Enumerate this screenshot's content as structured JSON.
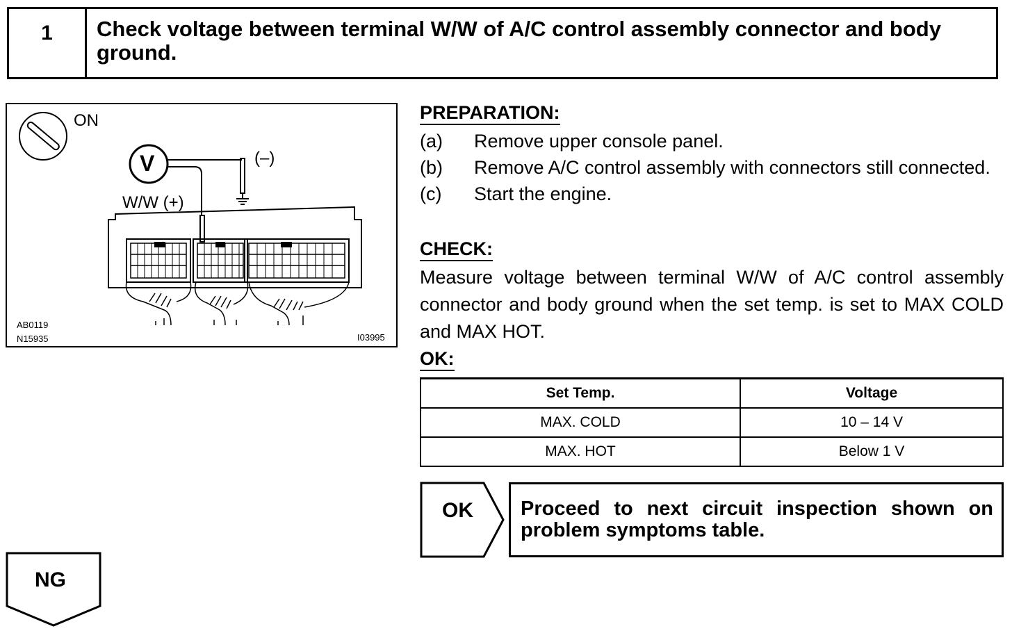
{
  "step": {
    "number": "1",
    "title": "Check voltage between terminal W/W of A/C control assembly connector and body ground."
  },
  "diagram": {
    "ignition_label": "ON",
    "meter_label": "V",
    "negative_label": "(–)",
    "positive_label": "W/W (+)",
    "code_1": "AB0119",
    "code_2": "N15935",
    "code_3": "I03995"
  },
  "preparation": {
    "heading": "PREPARATION:",
    "items": [
      {
        "letter": "(a)",
        "text": "Remove upper console panel."
      },
      {
        "letter": "(b)",
        "text": "Remove A/C control assembly with connectors still connected."
      },
      {
        "letter": "(c)",
        "text": "Start the engine."
      }
    ]
  },
  "check": {
    "heading": "CHECK:",
    "text": "Measure voltage between terminal W/W of A/C control assembly connector and body ground when the set temp. is set to MAX COLD and MAX HOT."
  },
  "ok": {
    "heading": "OK:",
    "table": {
      "headers": [
        "Set Temp.",
        "Voltage"
      ],
      "rows": [
        [
          "MAX. COLD",
          "10 – 14 V"
        ],
        [
          "MAX. HOT",
          "Below 1 V"
        ]
      ]
    }
  },
  "result_ok": {
    "tag": "OK",
    "text": "Proceed to next circuit inspection shown on problem symptoms table."
  },
  "result_ng": {
    "tag": "NG"
  }
}
